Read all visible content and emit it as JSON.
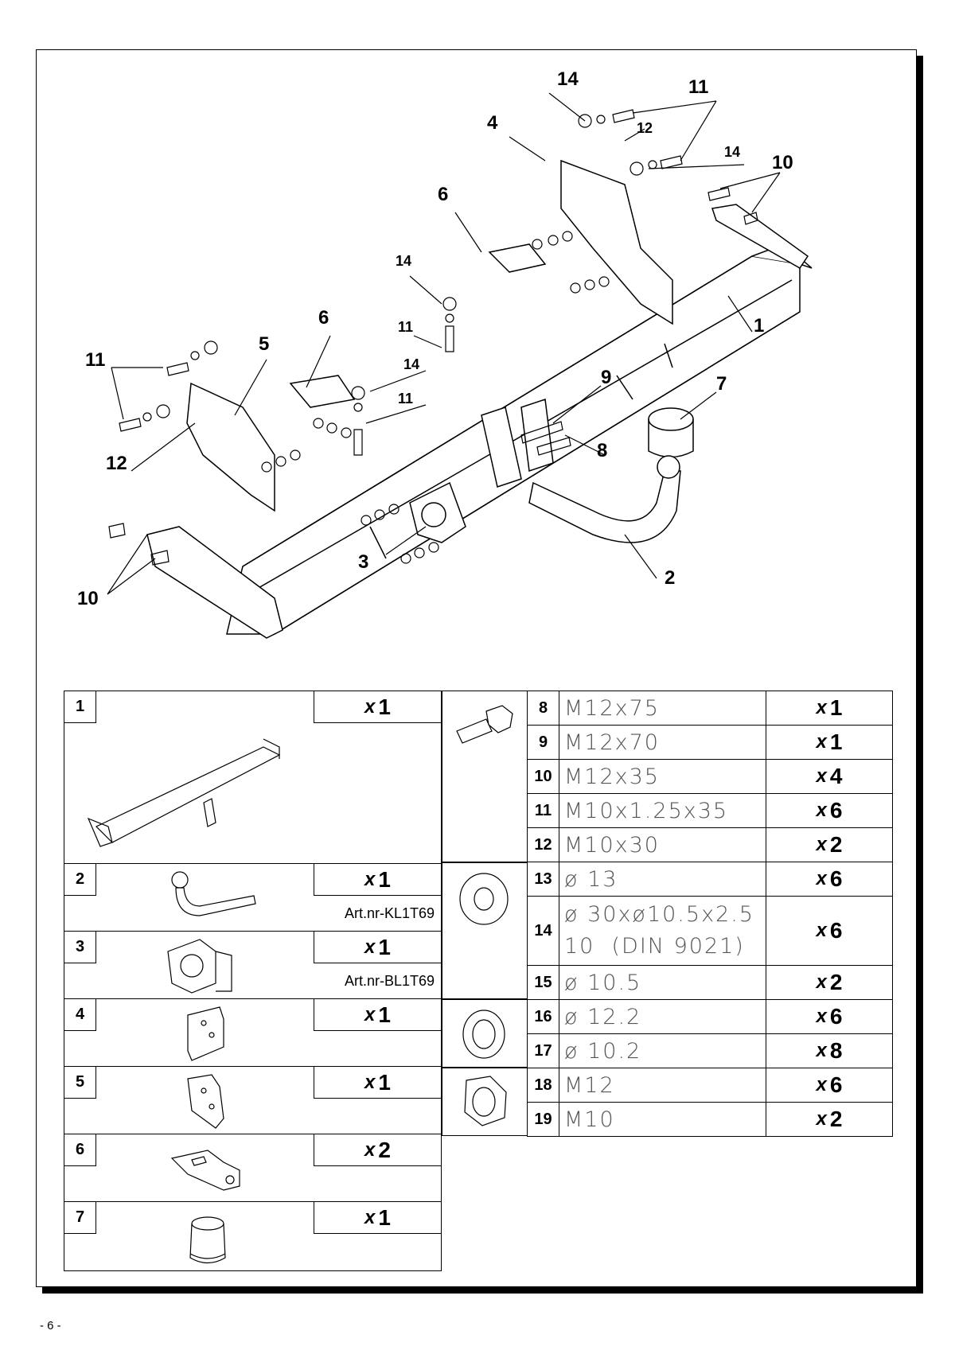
{
  "drawing": {
    "callouts": [
      "1",
      "2",
      "3",
      "4",
      "5",
      "6",
      "6",
      "7",
      "8",
      "9",
      "10",
      "10",
      "11",
      "11",
      "11",
      "11",
      "12",
      "12",
      "14",
      "14",
      "14",
      "14"
    ]
  },
  "parts": [
    {
      "num": "1",
      "qty_x": "x",
      "qty": "1",
      "art": ""
    },
    {
      "num": "2",
      "qty_x": "x",
      "qty": "1",
      "art": "Art.nr-KL1T69"
    },
    {
      "num": "3",
      "qty_x": "x",
      "qty": "1",
      "art": "Art.nr-BL1T69"
    },
    {
      "num": "4",
      "qty_x": "x",
      "qty": "1",
      "art": ""
    },
    {
      "num": "5",
      "qty_x": "x",
      "qty": "1",
      "art": ""
    },
    {
      "num": "6",
      "qty_x": "x",
      "qty": "2",
      "art": ""
    },
    {
      "num": "7",
      "qty_x": "x",
      "qty": "1",
      "art": ""
    }
  ],
  "hardware": [
    {
      "num": "8",
      "spec": "M12x75",
      "qty_x": "x",
      "qty": "1"
    },
    {
      "num": "9",
      "spec": "M12x70",
      "qty_x": "x",
      "qty": "1"
    },
    {
      "num": "10",
      "spec": "M12x35",
      "qty_x": "x",
      "qty": "4"
    },
    {
      "num": "11",
      "spec": "M10x1.25x35",
      "qty_x": "x",
      "qty": "6"
    },
    {
      "num": "12",
      "spec": "M10x30",
      "qty_x": "x",
      "qty": "2"
    },
    {
      "num": "13",
      "spec": "ø 13",
      "qty_x": "x",
      "qty": "6"
    },
    {
      "num": "14",
      "spec": "ø 30xø10.5x2.5",
      "spec2": "10  (DIN 9021)",
      "qty_x": "x",
      "qty": "6"
    },
    {
      "num": "15",
      "spec": "ø 10.5",
      "qty_x": "x",
      "qty": "2"
    },
    {
      "num": "16",
      "spec": "ø 12.2",
      "qty_x": "x",
      "qty": "6"
    },
    {
      "num": "17",
      "spec": "ø 10.2",
      "qty_x": "x",
      "qty": "8"
    },
    {
      "num": "18",
      "spec": "M12",
      "qty_x": "x",
      "qty": "6"
    },
    {
      "num": "19",
      "spec": "M10",
      "qty_x": "x",
      "qty": "2"
    }
  ],
  "page_number": "- 6 -"
}
